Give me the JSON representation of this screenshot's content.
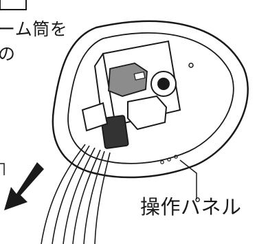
{
  "captions": {
    "top_line1": "ーム筒を",
    "top_line2": "の",
    "panel_label": "操作パネル"
  },
  "colors": {
    "line": "#1a1a1a",
    "dark_fill": "#333333",
    "grey_fill": "#8c8c8c",
    "light_grey": "#d9d9d9",
    "background": "#ffffff"
  },
  "icons": {
    "arrow": "down-left-arrow-icon"
  }
}
